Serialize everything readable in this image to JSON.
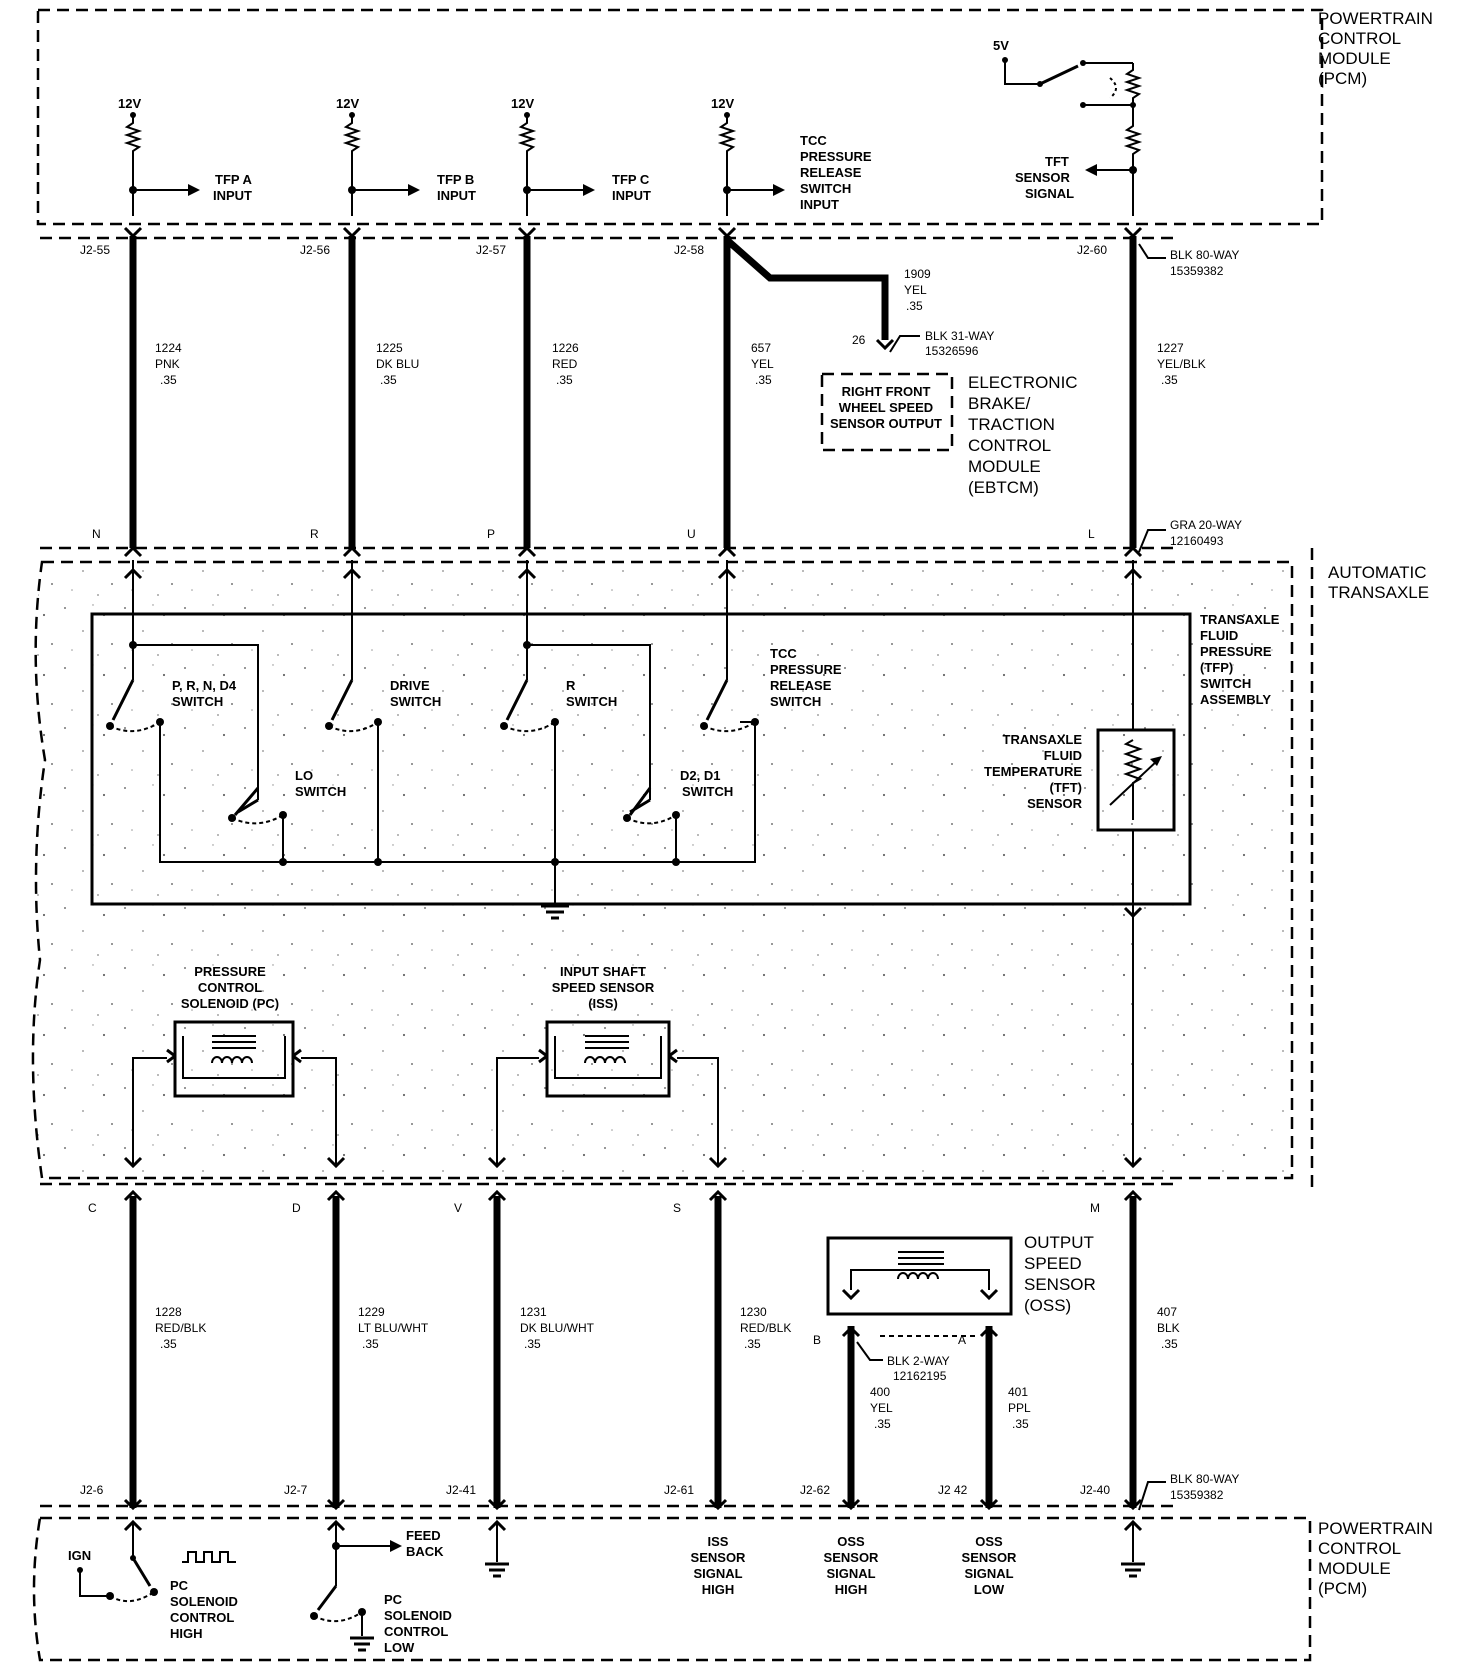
{
  "modules": {
    "pcm_top": [
      "POWERTRAIN",
      "CONTROL",
      "MODULE",
      "(PCM)"
    ],
    "pcm_bottom": [
      "POWERTRAIN",
      "CONTROL",
      "MODULE",
      "(PCM)"
    ],
    "transaxle": [
      "AUTOMATIC",
      "TRANSAXLE"
    ],
    "ebtcm": [
      "ELECTRONIC",
      "BRAKE/",
      "TRACTION",
      "CONTROL",
      "MODULE",
      "(EBTCM)"
    ],
    "ebtcm_box": [
      "RIGHT FRONT",
      "WHEEL SPEED",
      "SENSOR OUTPUT"
    ],
    "oss": [
      "OUTPUT",
      "SPEED",
      "SENSOR",
      "(OSS)"
    ]
  },
  "pcm_inputs": {
    "v12": "12V",
    "v5": "5V",
    "tfp_a": [
      "TFP A",
      "INPUT"
    ],
    "tfp_b": [
      "TFP B",
      "INPUT"
    ],
    "tfp_c": [
      "TFP C",
      "INPUT"
    ],
    "tcc": [
      "TCC",
      "PRESSURE",
      "RELEASE",
      "SWITCH",
      "INPUT"
    ],
    "tft": [
      "TFT",
      "SENSOR",
      "SIGNAL"
    ]
  },
  "top_pins": [
    "J2-55",
    "J2-56",
    "J2-57",
    "J2-58",
    "J2-60"
  ],
  "top_wires": [
    [
      "1224",
      "PNK",
      ".35"
    ],
    [
      "1225",
      "DK BLU",
      ".35"
    ],
    [
      "1226",
      "RED",
      ".35"
    ],
    [
      "657",
      "YEL",
      ".35"
    ],
    [
      "1227",
      "YEL/BLK",
      ".35"
    ]
  ],
  "ebtcm_wire": [
    "1909",
    "YEL",
    ".35"
  ],
  "ebtcm_pin": "26",
  "ebtcm_connector": [
    "BLK 31-WAY",
    "15326596"
  ],
  "top_connector": [
    "BLK 80-WAY",
    "15359382"
  ],
  "trans_connector": [
    "GRA 20-WAY",
    "12160493"
  ],
  "trans_pins_top": [
    "N",
    "R",
    "P",
    "U",
    "L"
  ],
  "switches": {
    "prnd4": [
      "P, R, N, D4",
      "SWITCH"
    ],
    "drive": [
      "DRIVE",
      "SWITCH"
    ],
    "r": [
      "R",
      "SWITCH"
    ],
    "tcc": [
      "TCC",
      "PRESSURE",
      "RELEASE",
      "SWITCH"
    ],
    "lo": [
      "LO",
      "SWITCH"
    ],
    "d2d1": [
      "D2, D1",
      "SWITCH"
    ],
    "tfp_assembly": [
      "TRANSAXLE",
      "FLUID",
      "PRESSURE",
      "(TFP)",
      "SWITCH",
      "ASSEMBLY"
    ],
    "tft_sensor": [
      "TRANSAXLE",
      "FLUID",
      "TEMPERATURE",
      "(TFT)",
      "SENSOR"
    ]
  },
  "solenoids": {
    "pc": [
      "PRESSURE",
      "CONTROL",
      "SOLENOID (PC)"
    ],
    "iss": [
      "INPUT SHAFT",
      "SPEED SENSOR",
      "(ISS)"
    ]
  },
  "trans_pins_bottom": [
    "C",
    "D",
    "V",
    "S",
    "M"
  ],
  "bottom_wires": [
    [
      "1228",
      "RED/BLK",
      ".35"
    ],
    [
      "1229",
      "LT BLU/WHT",
      ".35"
    ],
    [
      "1231",
      "DK BLU/WHT",
      ".35"
    ],
    [
      "1230",
      "RED/BLK",
      ".35"
    ],
    [
      "407",
      "BLK",
      ".35"
    ]
  ],
  "oss_wires": [
    [
      "400",
      "YEL",
      ".35"
    ],
    [
      "401",
      "PPL",
      ".35"
    ]
  ],
  "oss_pins": [
    "B",
    "A"
  ],
  "oss_connector": [
    "BLK 2-WAY",
    "12162195"
  ],
  "bottom_pins": [
    "J2-6",
    "J2-7",
    "J2-41",
    "J2-61",
    "J2-62",
    "J2 42",
    "J2-40"
  ],
  "bottom_connector": [
    "BLK 80-WAY",
    "15359382"
  ],
  "pcm_bottom_labels": {
    "ign": "IGN",
    "pc_high": [
      "PC",
      "SOLENOID",
      "CONTROL",
      "HIGH"
    ],
    "feedback": [
      "FEED",
      "BACK"
    ],
    "pc_low": [
      "PC",
      "SOLENOID",
      "CONTROL",
      "LOW"
    ],
    "iss_high": [
      "ISS",
      "SENSOR",
      "SIGNAL",
      "HIGH"
    ],
    "oss_high": [
      "OSS",
      "SENSOR",
      "SIGNAL",
      "HIGH"
    ],
    "oss_low": [
      "OSS",
      "SENSOR",
      "SIGNAL",
      "LOW"
    ]
  }
}
